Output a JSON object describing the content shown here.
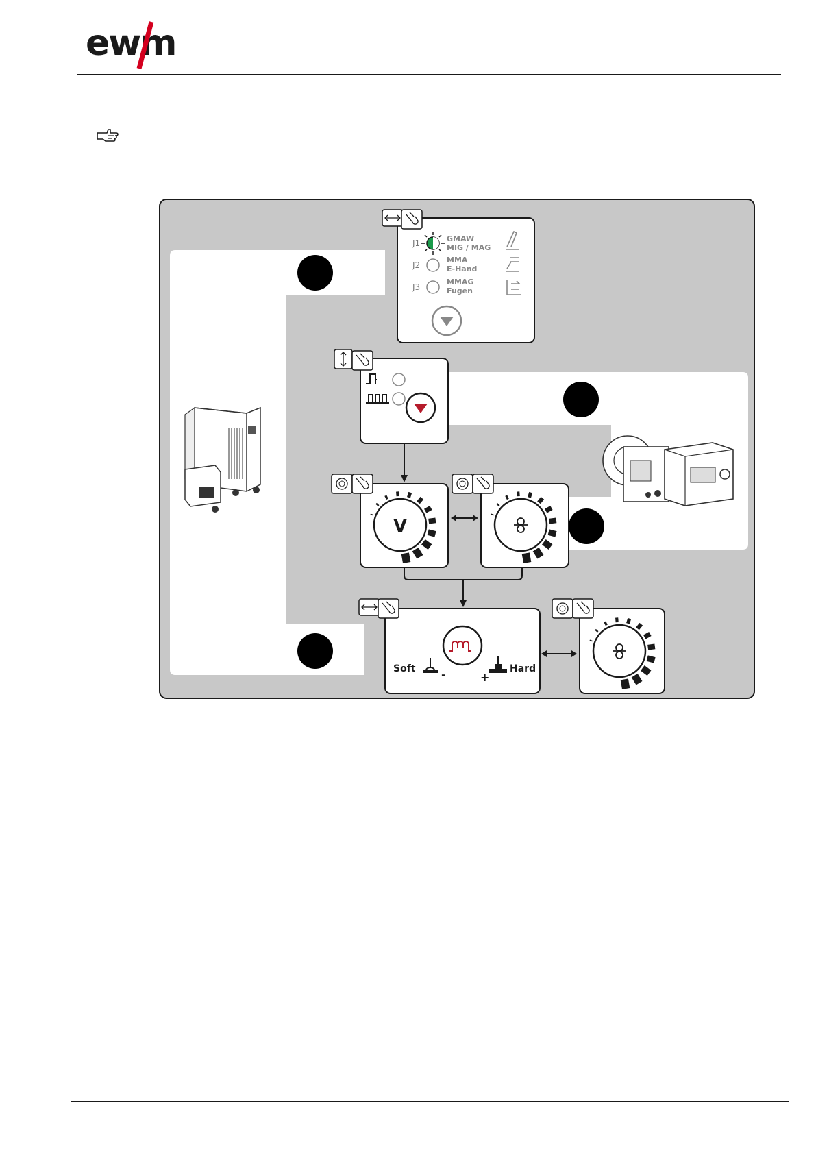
{
  "header": {
    "logo_text": "ewm"
  },
  "diagram": {
    "mode_panel": {
      "items": [
        {
          "prefix": "J1",
          "line1": "GMAW",
          "line2": "MIG / MAG"
        },
        {
          "prefix": "J2",
          "line1": "MMA",
          "line2": "E-Hand"
        },
        {
          "prefix": "J3",
          "line1": "MMAG",
          "line2": "Fugen"
        }
      ]
    },
    "voltage_dial": {
      "symbol": "V"
    },
    "dynamics_panel": {
      "soft_label": "Soft",
      "hard_label": "Hard",
      "minus": "-",
      "plus": "+"
    },
    "colors": {
      "frame_gray": "#c8c8c8",
      "led_green": "#1a9a4a",
      "button_red": "#b51b2b",
      "logo_red": "#d4001f"
    },
    "icons": [
      "hand-pointer-icon",
      "horizontal-arrows-icon",
      "vertical-arrows-icon",
      "rotate-knob-icon",
      "torch-icon",
      "electrode-holder-icon",
      "gouging-icon",
      "down-arrow-button-icon",
      "two-stroke-icon",
      "four-stroke-icon",
      "wire-feed-icon",
      "choke-icon",
      "welding-machine-illustration",
      "wire-feeder-illustration"
    ]
  }
}
